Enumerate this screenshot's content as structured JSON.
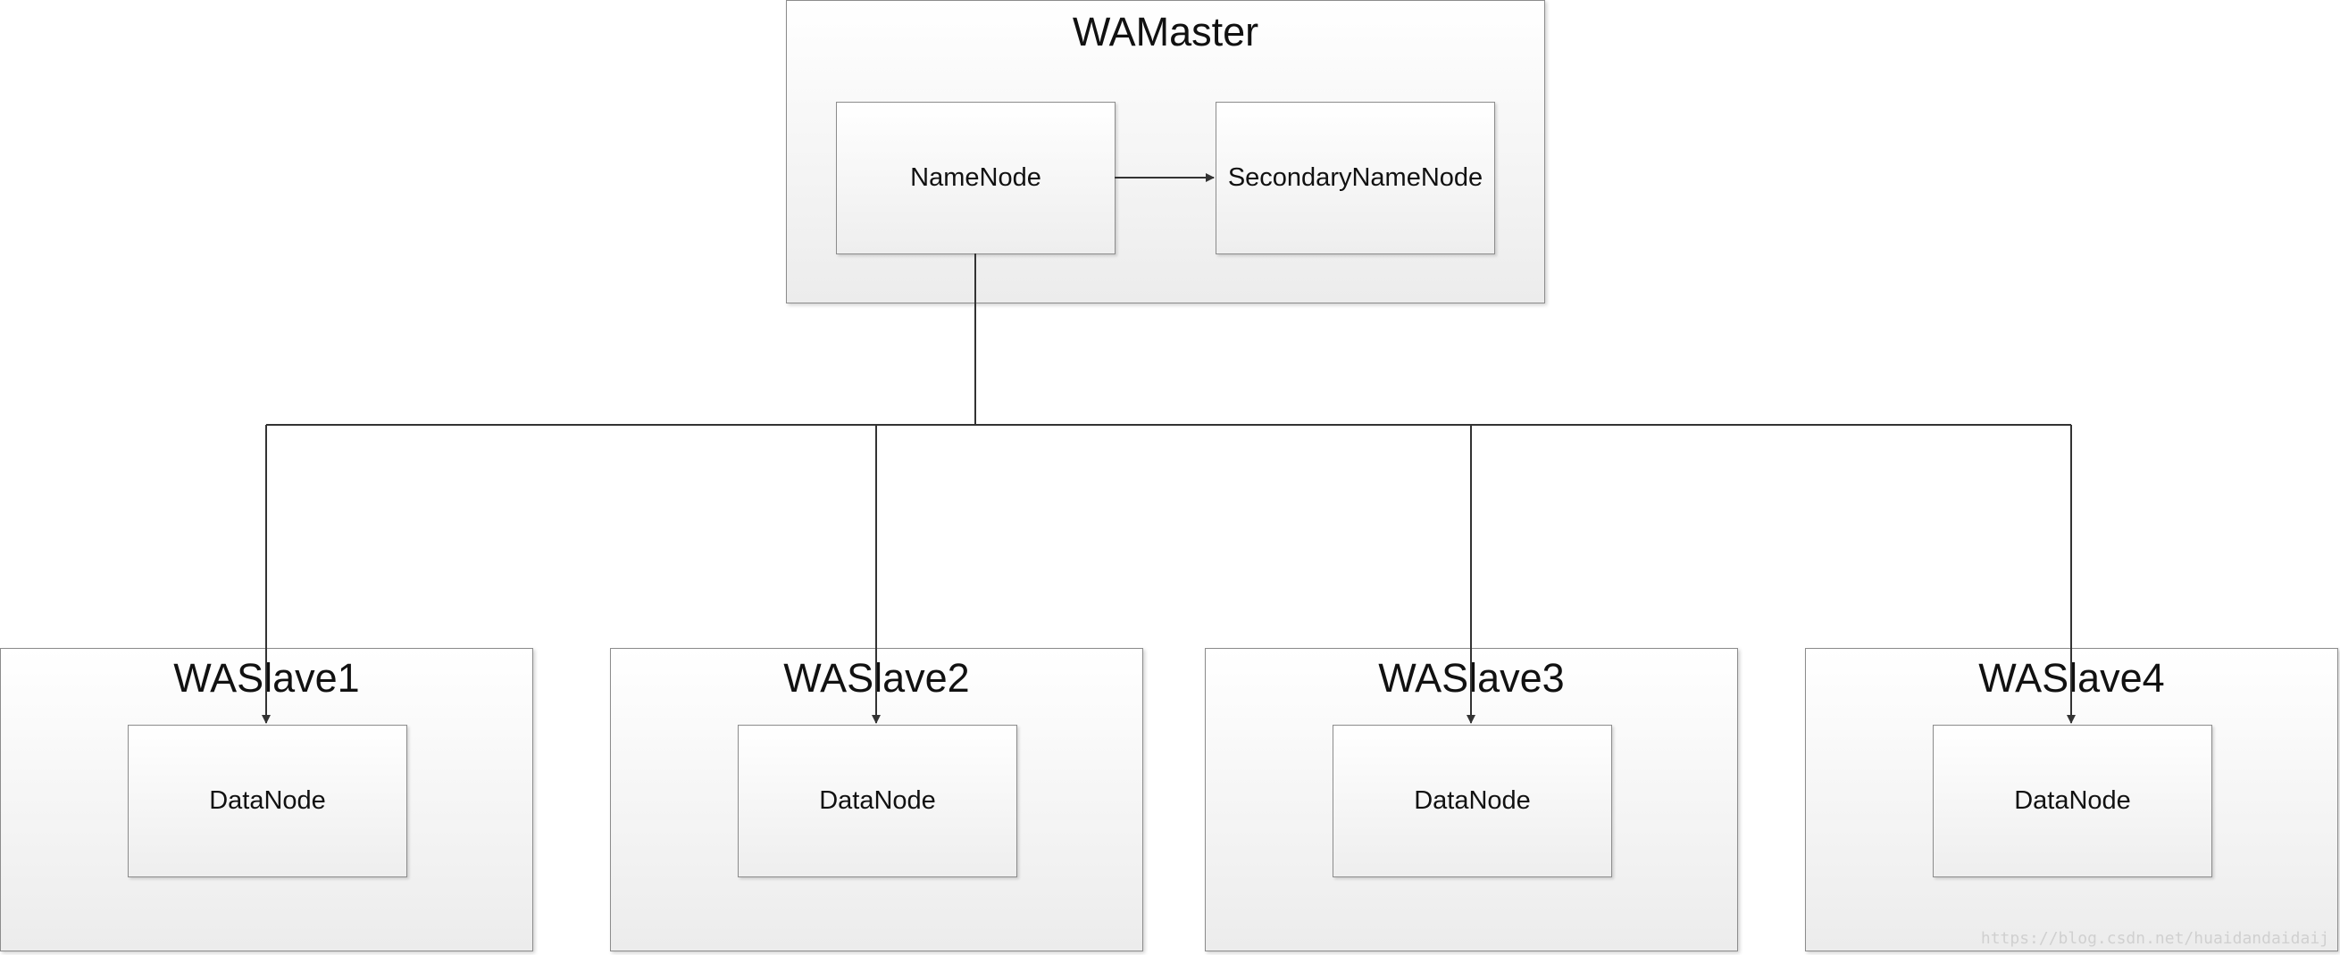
{
  "master": {
    "title": "WAMaster",
    "primary_node": "NameNode",
    "secondary_node": "SecondaryNameNode"
  },
  "slaves": [
    {
      "title": "WASlave1",
      "node": "DataNode"
    },
    {
      "title": "WASlave2",
      "node": "DataNode"
    },
    {
      "title": "WASlave3",
      "node": "DataNode"
    },
    {
      "title": "WASlave4",
      "node": "DataNode"
    }
  ],
  "watermark": "https://blog.csdn.net/huaidandaidaij",
  "colors": {
    "line": "#333333",
    "border": "#8c8c8c",
    "fill_top": "#ffffff",
    "fill_bottom": "#ececec"
  }
}
